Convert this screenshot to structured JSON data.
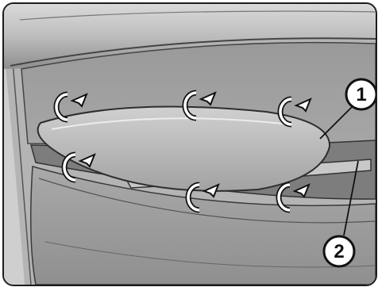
{
  "figure": {
    "callouts": [
      {
        "label": "1",
        "refers_to": "armrest-pad"
      },
      {
        "label": "2",
        "refers_to": "door-pull-handle"
      }
    ],
    "clip_markers": {
      "count": 6,
      "icon": "rotate-clip-arrow-icon"
    }
  }
}
